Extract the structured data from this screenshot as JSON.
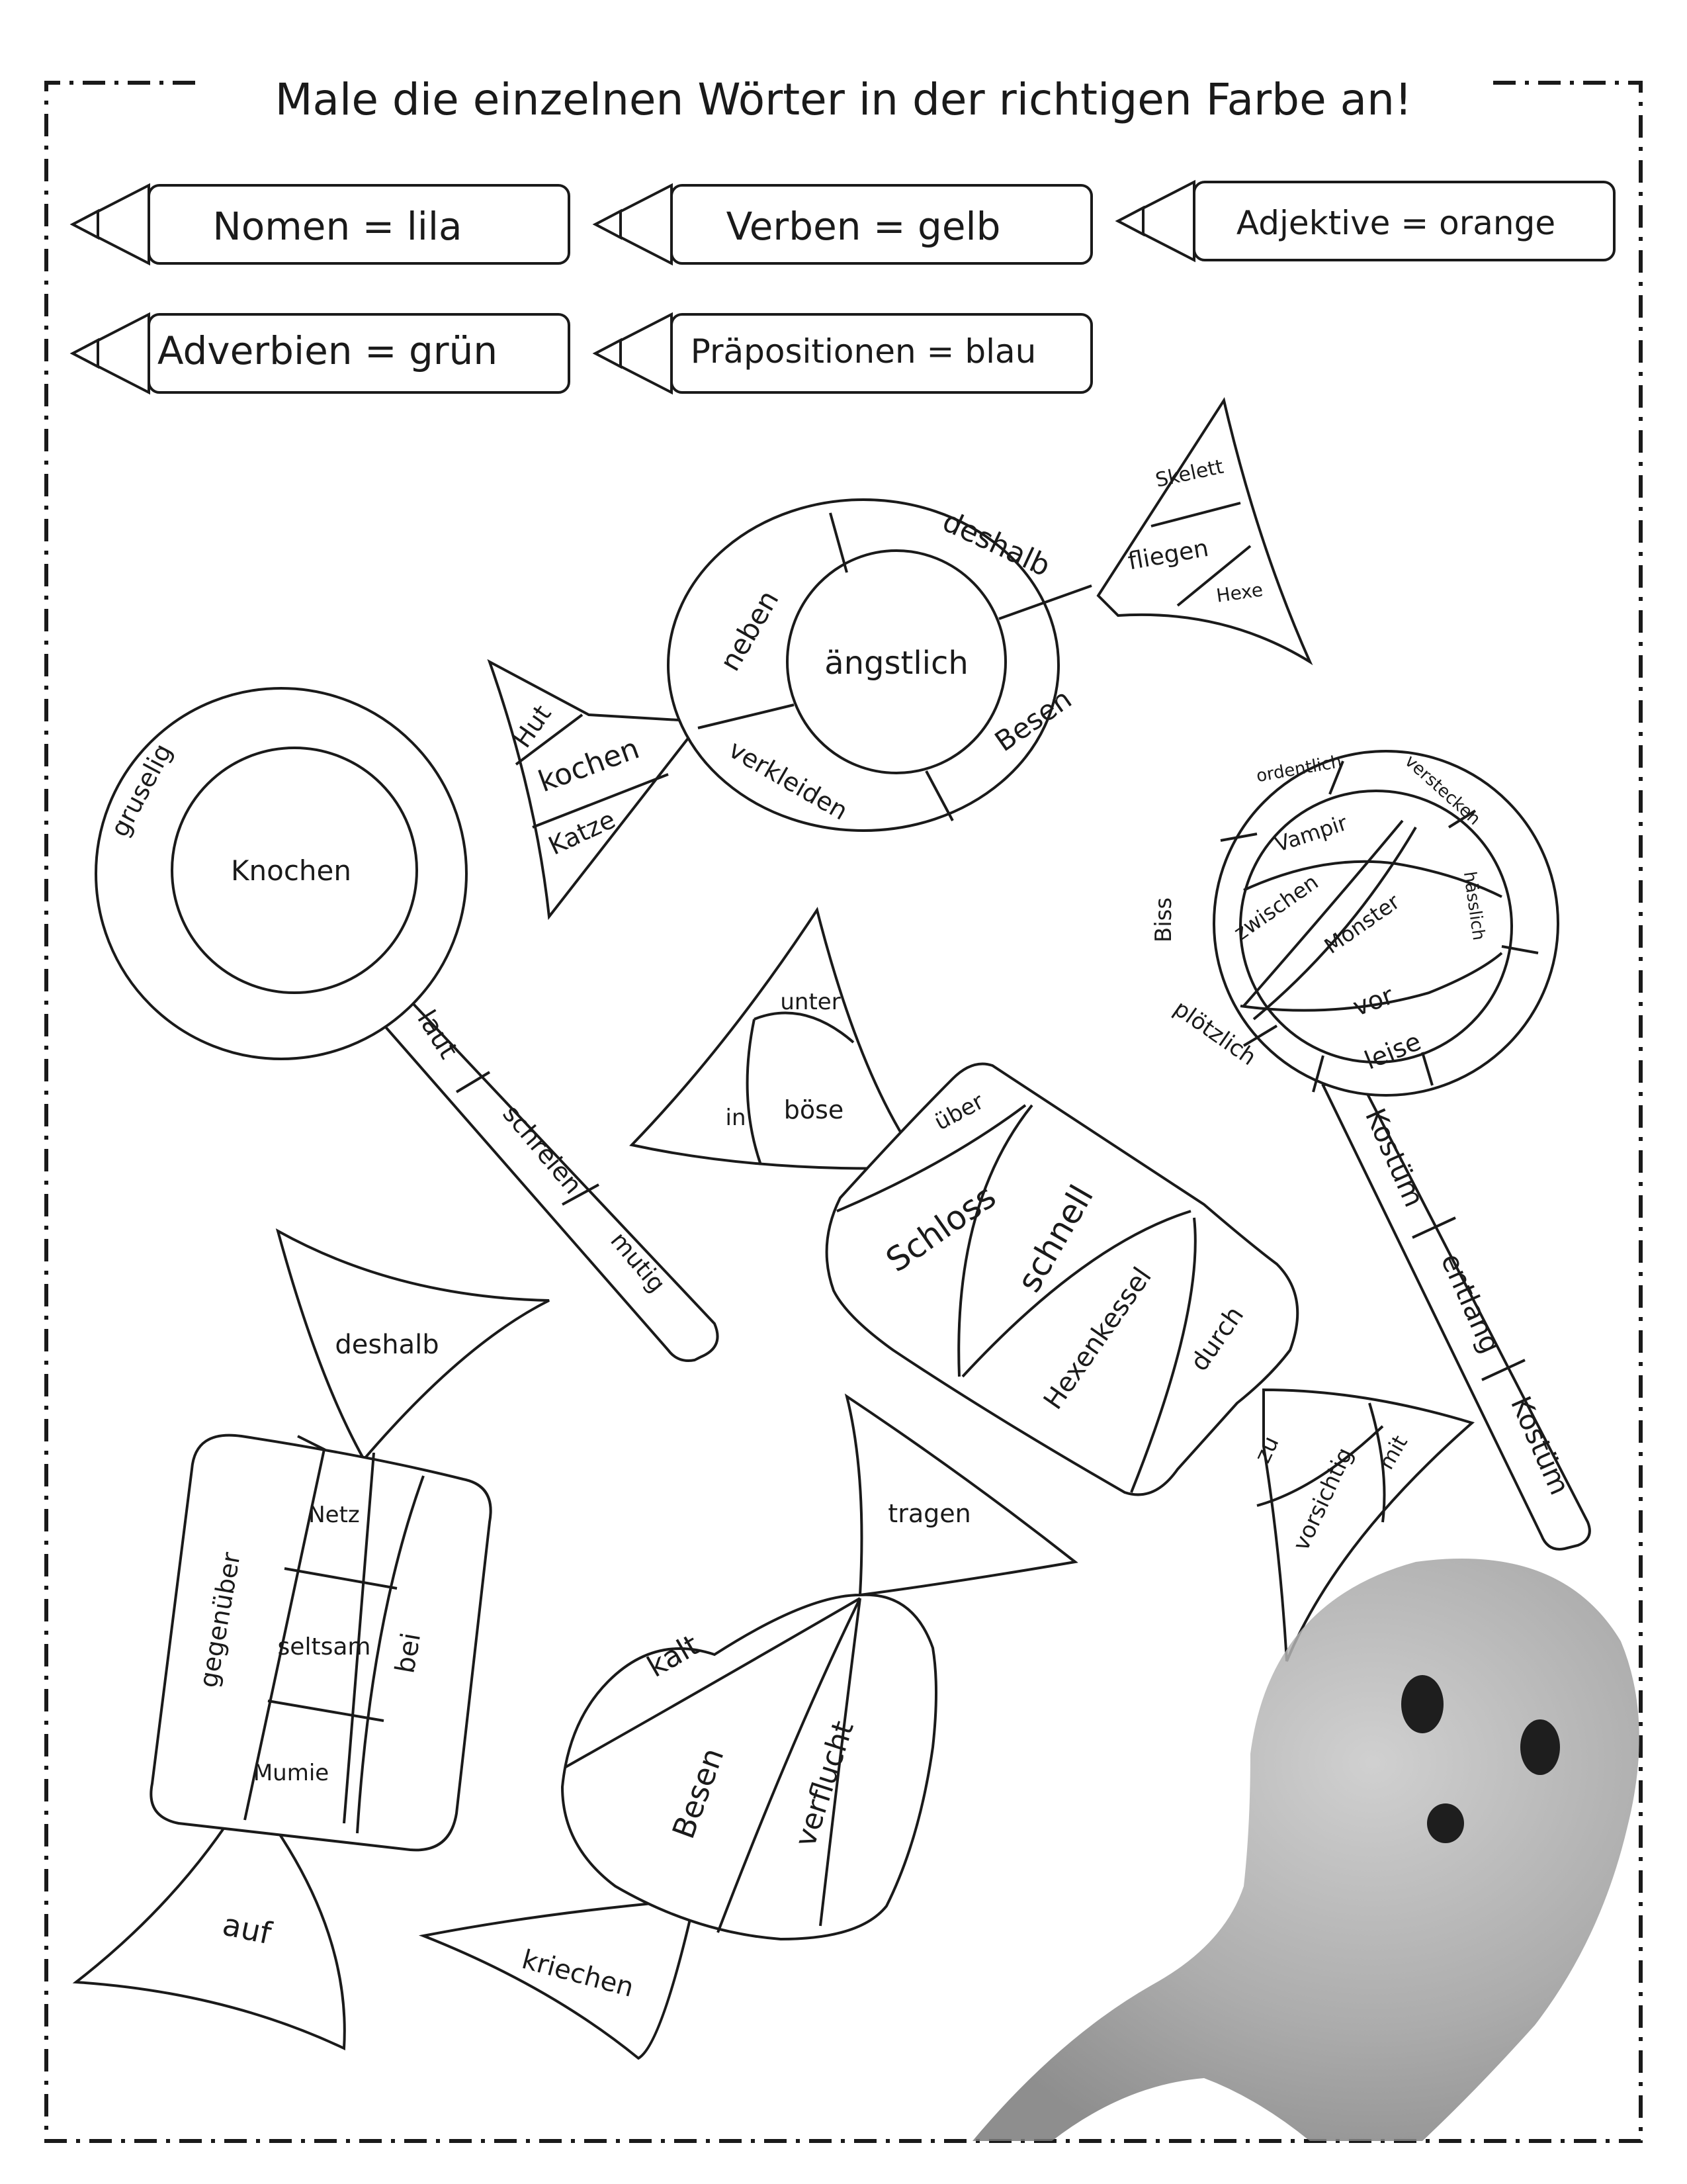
{
  "title": "Male die einzelnen Wörter in der richtigen Farbe an!",
  "legend": [
    {
      "label": "Nomen = lila",
      "color": "#8e44ad"
    },
    {
      "label": "Verben = gelb",
      "color": "#f1c40f"
    },
    {
      "label": "Adjektive = orange",
      "color": "#e67e22"
    },
    {
      "label": "Adverbien = grün",
      "color": "#27ae60"
    },
    {
      "label": "Präpositionen = blau",
      "color": "#2e86de"
    }
  ],
  "candy_top": {
    "center": "ängstlich",
    "ring": [
      "deshalb",
      "neben",
      "Besen",
      "verkleiden"
    ],
    "right_wrap": [
      "Skelett",
      "fliegen",
      "Hexe"
    ],
    "left_wrap": [
      "Hut",
      "kochen",
      "Katze"
    ]
  },
  "lollipop_left": {
    "center": "Knochen",
    "ring": "gruselig",
    "stick": [
      "laut",
      "schreien",
      "mutig"
    ]
  },
  "lollipop_right": {
    "ring": [
      "ordentlich",
      "verstecken",
      "hässlich",
      "Biss",
      "plötzlich",
      "leise"
    ],
    "inner": [
      "Vampir",
      "zwischen",
      "Monster",
      "vor"
    ],
    "stick": [
      "Kostüm",
      "entlang",
      "Kostüm"
    ]
  },
  "candy_middle": {
    "left_wrap": [
      "unter",
      "in",
      "böse"
    ],
    "body": [
      "über",
      "Schloss",
      "schnell",
      "Hexenkessel",
      "durch"
    ],
    "right_wrap": [
      "zu",
      "vorsichtig",
      "mit"
    ]
  },
  "candy_bottom_left": {
    "top_wrap": "deshalb",
    "body": [
      "Netz",
      "seltsam",
      "Mumie"
    ],
    "sides": [
      "gegenüber",
      "bei"
    ],
    "bottom_wrap": "auf"
  },
  "candy_bottom_middle": {
    "top_wrap": "tragen",
    "body": [
      "kalt",
      "Besen",
      "verflucht"
    ],
    "bottom_wrap": "kriechen"
  },
  "ghost_icon": "ghost-icon"
}
